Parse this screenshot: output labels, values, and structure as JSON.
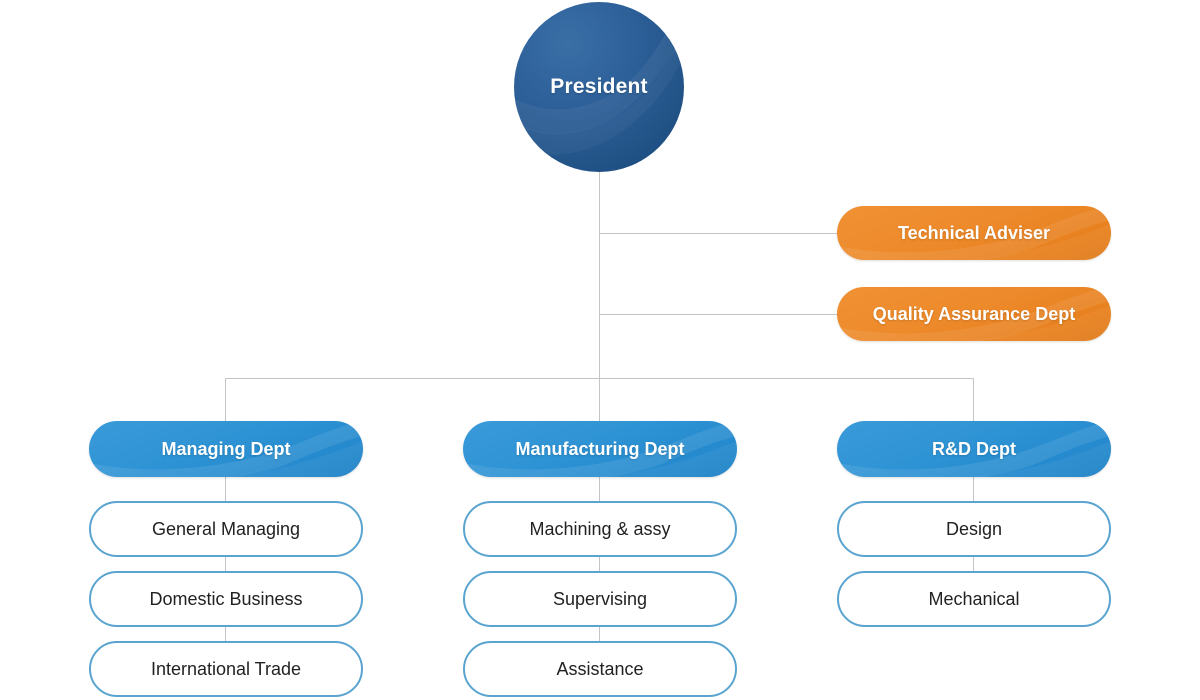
{
  "chart_data": {
    "type": "diagram",
    "title": "Organization Chart",
    "orientation": "top-down",
    "colors": {
      "president_fill": "#2a5a94",
      "president_fill_dark": "#16467c",
      "advisory_fill": "#ed8a2b",
      "department_fill": "#2e93d4",
      "subunit_border": "#5ba4cf",
      "subunit_fill": "#ffffff",
      "connector_line": "#c4c4c4",
      "text_light": "#ffffff",
      "text_dark": "#222222"
    },
    "nodes": [
      {
        "id": "president",
        "label": "President",
        "level": 0,
        "shape": "circle",
        "style": "president"
      },
      {
        "id": "technical-adviser",
        "label": "Technical Adviser",
        "level": 1,
        "shape": "pill",
        "style": "advisory",
        "parent": "president"
      },
      {
        "id": "quality-assurance-dept",
        "label": "Quality Assurance Dept",
        "level": 1,
        "shape": "pill",
        "style": "advisory",
        "parent": "president"
      },
      {
        "id": "managing-dept",
        "label": "Managing Dept",
        "level": 2,
        "shape": "pill",
        "style": "department",
        "parent": "president"
      },
      {
        "id": "manufacturing-dept",
        "label": "Manufacturing Dept",
        "level": 2,
        "shape": "pill",
        "style": "department",
        "parent": "president"
      },
      {
        "id": "rd-dept",
        "label": "R&D Dept",
        "level": 2,
        "shape": "pill",
        "style": "department",
        "parent": "president"
      },
      {
        "id": "general-managing",
        "label": "General Managing",
        "level": 3,
        "shape": "pill",
        "style": "subunit",
        "parent": "managing-dept"
      },
      {
        "id": "domestic-business",
        "label": "Domestic Business",
        "level": 3,
        "shape": "pill",
        "style": "subunit",
        "parent": "managing-dept"
      },
      {
        "id": "international-trade",
        "label": "International Trade",
        "level": 3,
        "shape": "pill",
        "style": "subunit",
        "parent": "managing-dept"
      },
      {
        "id": "machining-assy",
        "label": "Machining & assy",
        "level": 3,
        "shape": "pill",
        "style": "subunit",
        "parent": "manufacturing-dept"
      },
      {
        "id": "supervising",
        "label": "Supervising",
        "level": 3,
        "shape": "pill",
        "style": "subunit",
        "parent": "manufacturing-dept"
      },
      {
        "id": "assistance",
        "label": "Assistance",
        "level": 3,
        "shape": "pill",
        "style": "subunit",
        "parent": "manufacturing-dept"
      },
      {
        "id": "design",
        "label": "Design",
        "level": 3,
        "shape": "pill",
        "style": "subunit",
        "parent": "rd-dept"
      },
      {
        "id": "mechanical",
        "label": "Mechanical",
        "level": 3,
        "shape": "pill",
        "style": "subunit",
        "parent": "rd-dept"
      }
    ]
  },
  "root": {
    "label": "President"
  },
  "advisory": [
    {
      "label": "Technical Adviser"
    },
    {
      "label": "Quality Assurance Dept"
    }
  ],
  "columns": [
    {
      "dept": {
        "label": "Managing Dept"
      },
      "units": [
        {
          "label": "General Managing"
        },
        {
          "label": "Domestic Business"
        },
        {
          "label": "International Trade"
        }
      ]
    },
    {
      "dept": {
        "label": "Manufacturing Dept"
      },
      "units": [
        {
          "label": "Machining & assy"
        },
        {
          "label": "Supervising"
        },
        {
          "label": "Assistance"
        }
      ]
    },
    {
      "dept": {
        "label": "R&D Dept"
      },
      "units": [
        {
          "label": "Design"
        },
        {
          "label": "Mechanical"
        }
      ]
    }
  ]
}
